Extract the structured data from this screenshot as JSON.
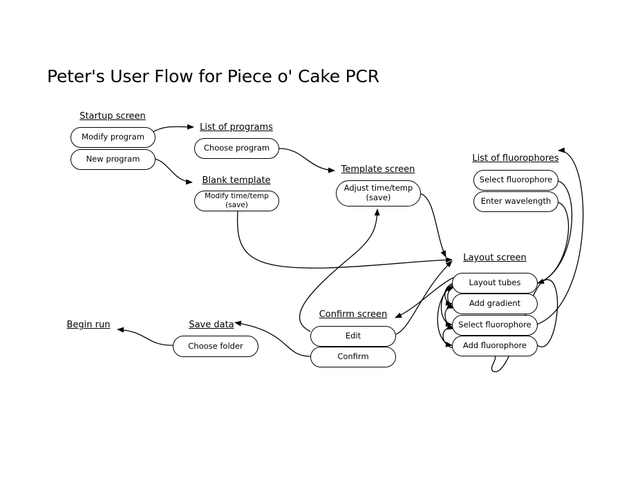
{
  "title": "Peter's User Flow for Piece o' Cake PCR",
  "screens": {
    "startup": {
      "heading": "Startup screen",
      "modify_program": "Modify program",
      "new_program": "New program"
    },
    "list_of_programs": {
      "heading": "List of programs",
      "choose_program": "Choose program"
    },
    "blank_template": {
      "heading": "Blank template",
      "modify_time_temp": "Modify time/temp\n(save)"
    },
    "template_screen": {
      "heading": "Template screen",
      "adjust_time_temp": "Adjust time/temp\n(save)"
    },
    "list_of_fluorophores": {
      "heading": "List of fluorophores",
      "select_fluorophore": "Select fluorophore",
      "enter_wavelength": "Enter wavelength"
    },
    "layout_screen": {
      "heading": "Layout screen",
      "layout_tubes": "Layout tubes",
      "add_gradient": "Add gradient",
      "select_fluorophore": "Select fluorophore",
      "add_fluorophore": "Add fluorophore"
    },
    "confirm_screen": {
      "heading": "Confirm screen",
      "edit": "Edit",
      "confirm": "Confirm"
    },
    "save_data": {
      "heading": "Save data",
      "choose_folder": "Choose folder"
    },
    "begin_run": {
      "heading": "Begin run"
    }
  }
}
